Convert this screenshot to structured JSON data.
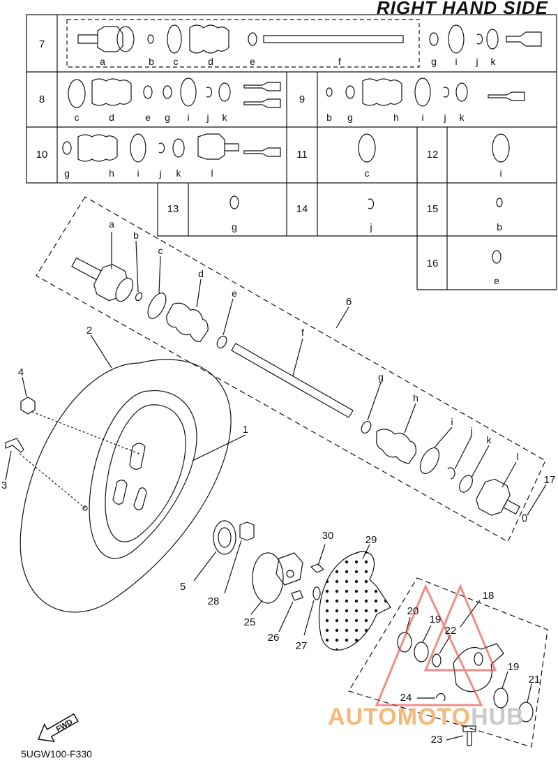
{
  "title": "RIGHT HAND SIDE",
  "diagram_code": "5UGW100-F330",
  "fwd_label": "FWD",
  "watermark": {
    "part1": "AUTOMOTO",
    "part2": "HUB"
  },
  "table": {
    "row7": {
      "num": "7",
      "labels": [
        "a",
        "b",
        "c",
        "d",
        "e",
        "f",
        "g",
        "i",
        "j",
        "k"
      ]
    },
    "row8": {
      "num": "8",
      "labels": [
        "c",
        "d",
        "e",
        "g",
        "i",
        "j",
        "k"
      ]
    },
    "row9": {
      "num": "9",
      "labels": [
        "b",
        "g",
        "h",
        "i",
        "j",
        "k"
      ]
    },
    "row10": {
      "num": "10",
      "labels": [
        "g",
        "h",
        "i",
        "j",
        "k",
        "l"
      ]
    },
    "row11": {
      "num": "11",
      "labels": [
        "c"
      ]
    },
    "row12": {
      "num": "12",
      "labels": [
        "i"
      ]
    },
    "row13": {
      "num": "13",
      "labels": [
        "g"
      ]
    },
    "row14": {
      "num": "14",
      "labels": [
        "j"
      ]
    },
    "row15": {
      "num": "15",
      "labels": [
        "b"
      ]
    },
    "row16": {
      "num": "16",
      "labels": [
        "e"
      ]
    }
  },
  "shaft_letters": [
    "a",
    "b",
    "c",
    "d",
    "e",
    "f",
    "g",
    "h",
    "i",
    "j",
    "k",
    "l"
  ],
  "callouts": [
    "1",
    "2",
    "3",
    "4",
    "5",
    "6",
    "17",
    "18",
    "19",
    "19",
    "20",
    "21",
    "22",
    "23",
    "24",
    "25",
    "26",
    "27",
    "28",
    "29",
    "30"
  ],
  "colors": {
    "line": "#111111",
    "watermark_red": "#e8433a"
  }
}
